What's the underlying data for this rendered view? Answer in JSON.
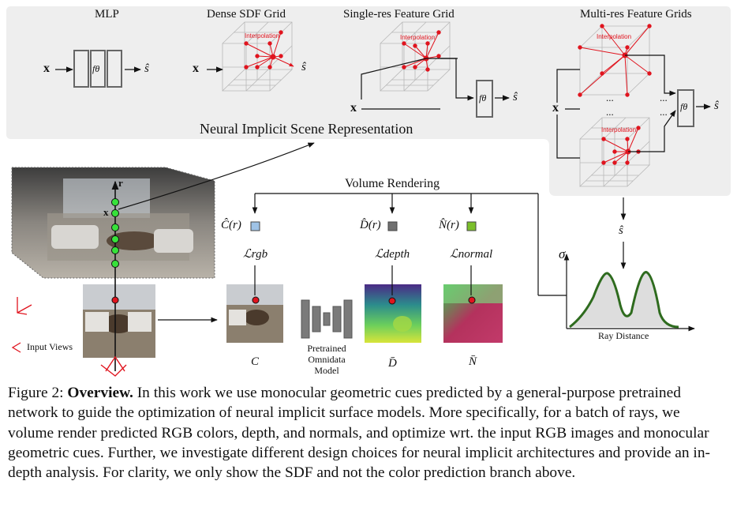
{
  "figure": {
    "top_panel": {
      "mlp_title": "MLP",
      "dense_title": "Dense SDF Grid",
      "single_title": "Single-res Feature Grid",
      "multi_title": "Multi-res Feature Grids",
      "interpolation": "Interpolation",
      "panel_caption": "Neural Implicit Scene Representation",
      "input_symbol": "x",
      "output_symbol": "ŝ",
      "network_symbol": "fθ",
      "ellipsis": "..."
    },
    "rendering": {
      "title": "Volume Rendering",
      "ray_label": "r",
      "point_label": "x",
      "c_hat": "Ĉ(r)",
      "d_hat": "D̂(r)",
      "n_hat": "N̂(r)",
      "loss_rgb": "ℒrgb",
      "loss_depth": "ℒdepth",
      "loss_normal": "ℒnormal",
      "c_label": "C",
      "d_bar": "D̄",
      "n_bar": "N̄",
      "model_label": [
        "Pretrained",
        "Omnidata",
        "Model"
      ],
      "input_views": "Input Views"
    },
    "density_plot": {
      "s_hat": "ŝ",
      "sigma": "σ",
      "xlabel": "Ray Distance"
    },
    "colors": {
      "grid_red": "#e0141e",
      "green_point": "#22cc22",
      "curve_green": "#2e6b1e",
      "panel_gray": "#eeeeee",
      "c_square": "#9fc3e6",
      "d_square": "#707070",
      "n_square": "#7bbf2a"
    }
  },
  "caption": {
    "prefix": "Figure 2: ",
    "bold": "Overview.",
    "text": " In this work we use monocular geometric cues predicted by a general-purpose pretrained network to guide the optimization of neural implicit surface models. More specifically, for a batch of rays, we volume render predicted RGB colors, depth, and normals, and optimize wrt. the input RGB images and monocular geometric cues. Further, we investigate different design choices for neural implicit architectures and provide an in-depth analysis. For clarity, we only show the SDF and not the color prediction branch above."
  }
}
